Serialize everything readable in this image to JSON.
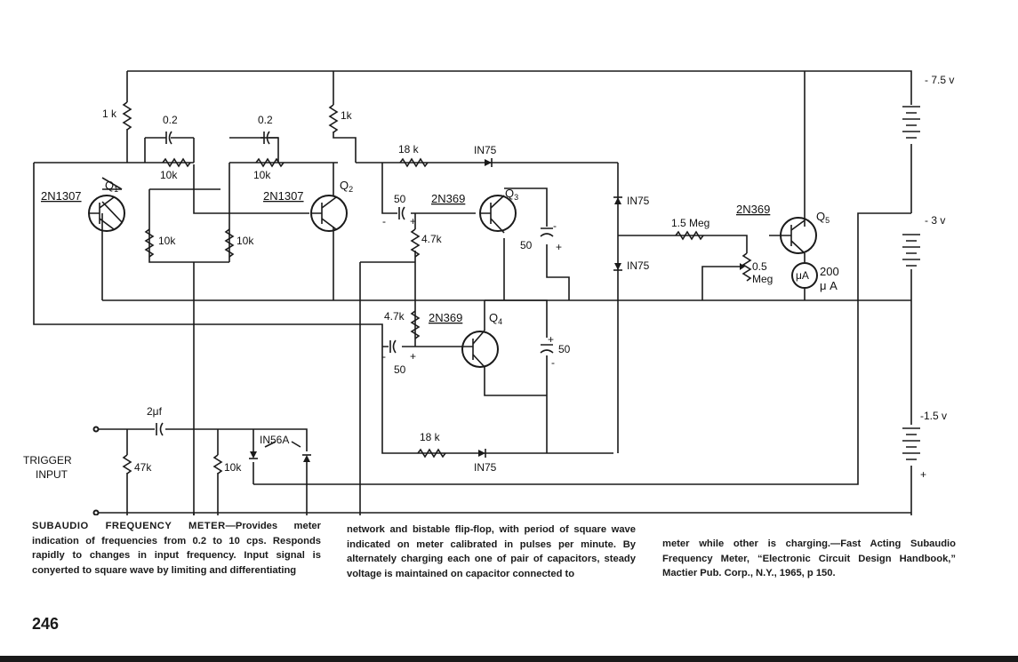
{
  "figure": {
    "labels": {
      "supply_neg75": "- 7.5 v",
      "supply_neg3": "- 3 v",
      "supply_neg15": "-1.5 v",
      "plus": "+",
      "trigger_input_line1": "TRIGGER",
      "trigger_input_line2": "INPUT",
      "q1": "Q",
      "q1_sub": "1",
      "q1_type": "2N1307",
      "q2": "Q",
      "q2_sub": "2",
      "q2_type": "2N1307",
      "q3": "Q",
      "q3_sub": "3",
      "q3_type": "2N369",
      "q4": "Q",
      "q4_sub": "4",
      "q4_type": "2N369",
      "q5": "Q",
      "q5_sub": "5",
      "q5_type": "2N369",
      "r1k_left": "1 k",
      "r1k_right": "1k",
      "c02_left": "0.2",
      "c02_right": "0.2",
      "r10k_a": "10k",
      "r10k_b": "10k",
      "r10k_c": "10k",
      "r10k_d": "10k",
      "r10k_trig": "10k",
      "r18k_top": "18 k",
      "r18k_bottom": "18 k",
      "in75_top": "IN75",
      "in75_mid1": "IN75",
      "in75_mid2": "IN75",
      "in75_bottom": "IN75",
      "c50_q3_in": "50",
      "c50_q3_out": "50",
      "c50_q4_in": "50",
      "c50_q4_out": "50",
      "r47k_top": "4.7k",
      "r47k_bottom": "4.7k",
      "r15meg": "1.5 Meg",
      "pot_value": "0.5",
      "pot_unit": "Meg",
      "meter_symbol": "μA",
      "meter_value": "200",
      "meter_unit": "μ A",
      "c2uf": "2μf",
      "r47k_trig": "47k",
      "in56a": "IN56A"
    }
  },
  "caption": {
    "headline": "SUBAUDIO FREQUENCY METER",
    "col1_rest": "—Provides meter indication of frequencies from 0.2 to 10 cps. Responds rapidly to changes in input frequency. Input signal is conyerted to square wave by limiting and differentiating",
    "col2": "network and bistable flip-flop, with period of square wave indicated on meter calibrated in pulses per minute. By alternately charging each one of pair of capacitors, steady voltage is maintained on capacitor connected to",
    "col3": "meter while other is charging.—Fast Acting Subaudio Frequency Meter, “Electronic Circuit Design Handbook,” Mactier Pub. Corp., N.Y., 1965, p 150."
  },
  "page_number": "246"
}
